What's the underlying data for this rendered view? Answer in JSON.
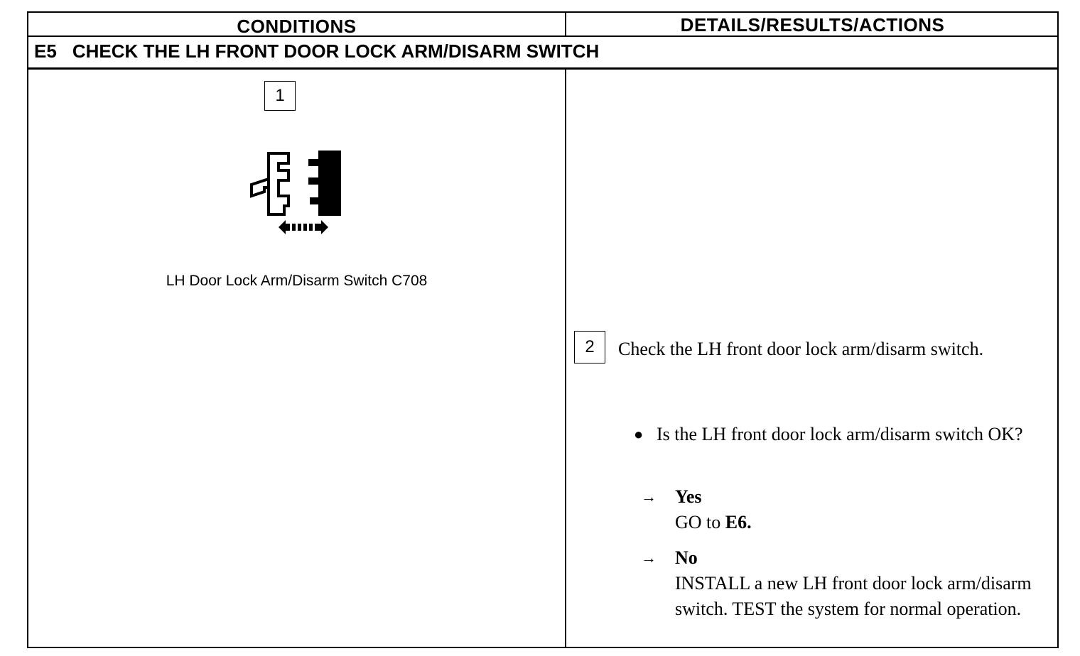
{
  "table": {
    "conditions_header": "CONDITIONS",
    "details_header": "DETAILS/RESULTS/ACTIONS"
  },
  "step": {
    "id": "E5",
    "title": "CHECK THE LH FRONT DOOR LOCK ARM/DISARM SWITCH"
  },
  "conditions": {
    "substep_number": "1",
    "switch_caption": "LH Door Lock Arm/Disarm Switch C708"
  },
  "details": {
    "substep_number": "2",
    "instruction": "Check the LH front door lock arm/disarm switch.",
    "question": "Is the LH front door lock arm/disarm switch OK?",
    "yes_label": "Yes",
    "yes_action_prefix": "GO to",
    "yes_action_target": "E6.",
    "no_label": "No",
    "no_action": "INSTALL a new LH front door lock arm/disarm switch. TEST the system for normal operation."
  },
  "icons": {
    "switch_illustration": "door-lock-switch-icon",
    "arrow": "right-arrow-icon",
    "bullet": "bullet-icon"
  }
}
